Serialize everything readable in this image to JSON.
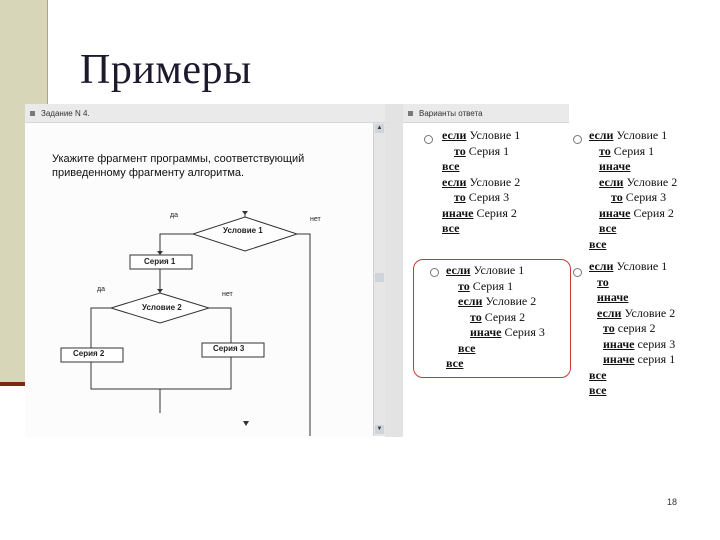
{
  "slide": {
    "title": "Примеры",
    "page_number": "18"
  },
  "task_pane": {
    "header": "Задание N 4.",
    "question_line1": "Укажите фрагмент программы, соответствующий",
    "question_line2": "приведенному фрагменту алгоритма.",
    "flowchart": {
      "label_yes_top": "да",
      "label_no_top": "нет",
      "condition1": "Условие 1",
      "series1": "Серия 1",
      "label_yes_mid": "да",
      "label_no_mid": "нет",
      "condition2": "Условие 2",
      "series2": "Серия 2",
      "series3": "Серия 3"
    }
  },
  "answers_pane": {
    "header": "Варианты ответа",
    "option1": [
      "если Условие 1",
      "то Серия 1",
      "все",
      "если Условие 2",
      "то Серия 3",
      "иначе Серия 2",
      "все"
    ],
    "option2": [
      "если Условие 1",
      "то Серия 1",
      "иначе",
      "если Условие 2",
      "то Серия 3",
      "иначе Серия 2",
      "все",
      "все"
    ],
    "option3": [
      "если Условие 1",
      "то Серия 1",
      "если Условие 2",
      "то Серия 2",
      "иначе Серия 3",
      "все",
      "все"
    ],
    "option4": [
      "если Условие 1",
      "то",
      "иначе",
      "если Условие 2",
      "то серия 2",
      "иначе серия 3",
      "иначе серия 1",
      "все",
      "все"
    ]
  },
  "colors": {
    "highlight": "#c43a3a",
    "left_strip": "#d8d6b8",
    "accent_bar": "#7a2a10"
  }
}
